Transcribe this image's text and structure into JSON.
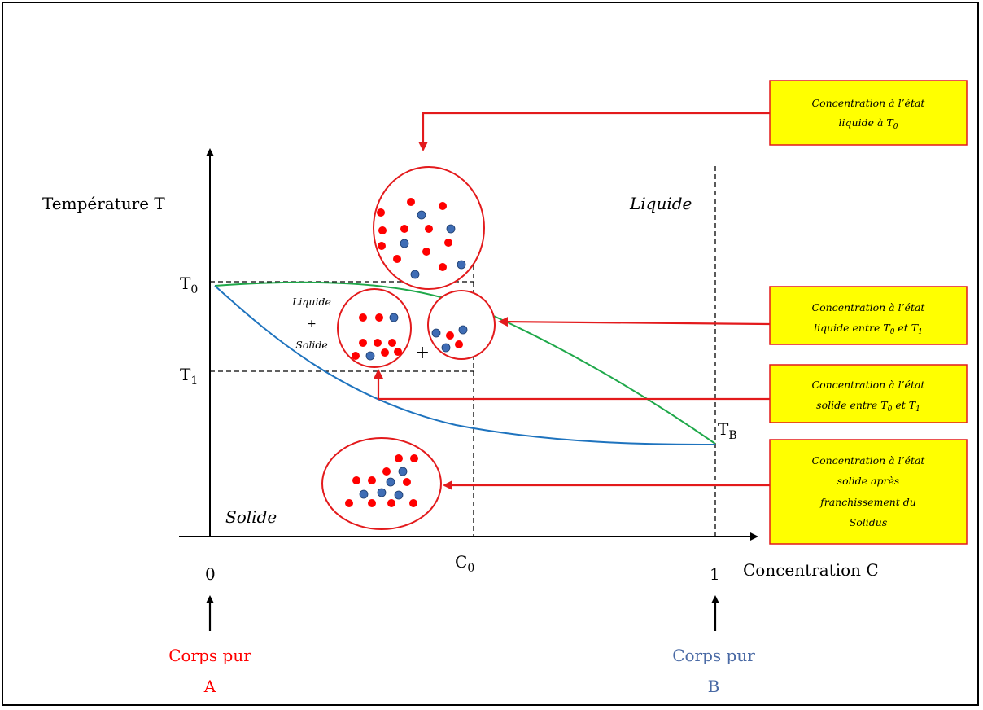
{
  "axes": {
    "y_label": "Température T",
    "x_label": "Concentration C",
    "x_zero": "0",
    "x_one": "1",
    "c0": "C",
    "c0_sub": "0",
    "t0": "T",
    "t0_sub": "0",
    "t1": "T",
    "t1_sub": "1",
    "tb": "T",
    "tb_sub": "B"
  },
  "regions": {
    "liquid": "Liquide",
    "solid": "Solide",
    "mix_line1": "Liquide",
    "mix_plus": "+",
    "mix_line2": "Solide",
    "plus_between": "+"
  },
  "pure_bodies": {
    "a_line1": "Corps pur",
    "a_line2": "A",
    "b_line1": "Corps pur",
    "b_line2": "B"
  },
  "callouts": [
    {
      "line1": "Concentration à l’état",
      "line2_main": "liquide à T",
      "line2_sub": "0",
      "line2_rest": ""
    },
    {
      "line1": "Concentration à l’état",
      "line2_main": "liquide entre T",
      "line2_sub": "0",
      "line2_rest": " et T",
      "line2_sub2": "1"
    },
    {
      "line1": "Concentration à l’état",
      "line2_main": "solide entre T",
      "line2_sub": "0",
      "line2_rest": " et T",
      "line2_sub2": "1"
    },
    {
      "line1": "Concentration à l’état",
      "line2": "solide après",
      "line3": "franchissement du",
      "line4": "Solidus"
    }
  ],
  "colors": {
    "liquidus": "#1fa84a",
    "solidus": "#1e73be",
    "atom_a": "#ff0000",
    "atom_b": "#3f6db5",
    "callout_fill": "#ffff00",
    "callout_border": "#e31a1c",
    "arrow": "#e31a1c",
    "pure_a_text": "#ff0000",
    "pure_b_text": "#4a6aa5"
  }
}
